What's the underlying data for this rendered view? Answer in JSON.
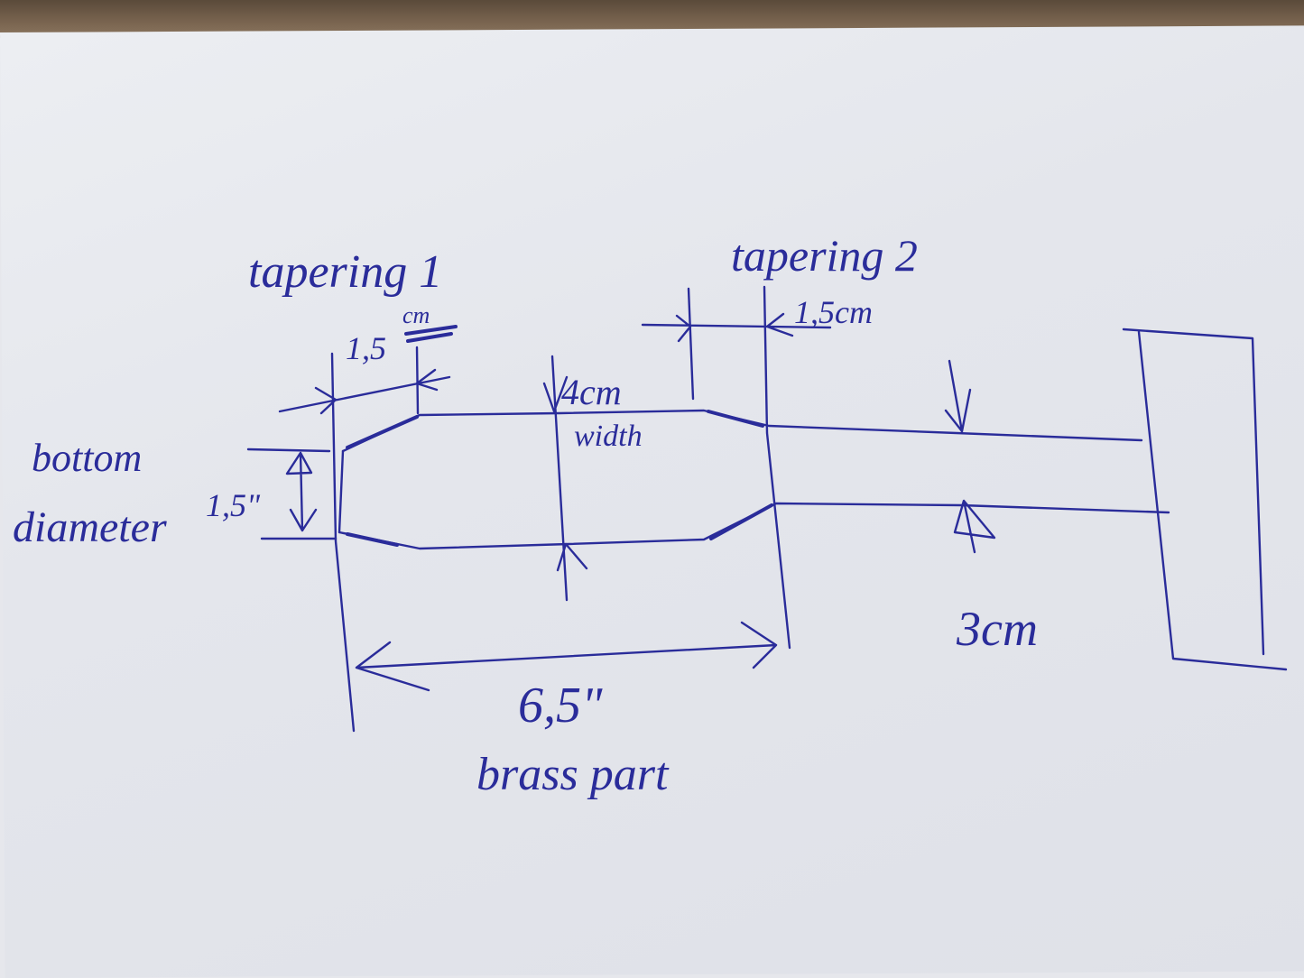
{
  "labels": {
    "tapering_1": "tapering 1",
    "tapering_1_length_value": "1,5",
    "tapering_1_length_unit": "cm",
    "tapering_2": "tapering 2",
    "tapering_2_length": "1,5cm",
    "width_value": "4cm",
    "width_label": "width",
    "bottom_diameter_line1": "bottom",
    "bottom_diameter_line2": "diameter",
    "bottom_diameter_value": "1,5\"",
    "brass_length": "6,5\"",
    "brass_label": "brass part",
    "neck_width": "3cm"
  },
  "colors": {
    "ink": "#2a2c9a",
    "paper": "#e6e7ec",
    "wood": "#6b5845"
  }
}
